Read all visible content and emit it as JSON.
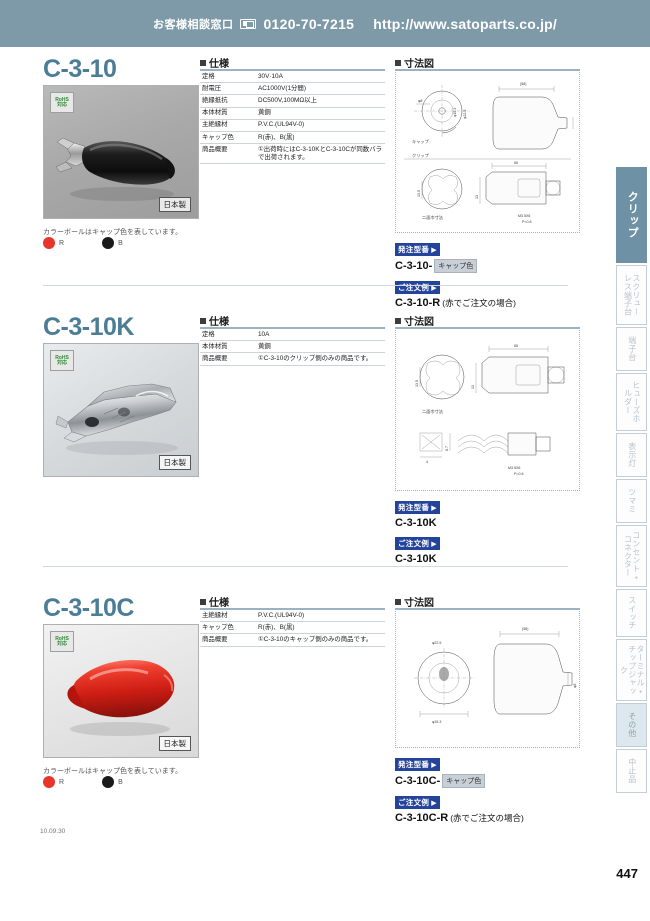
{
  "header": {
    "contact_label": "お客様相談窓口",
    "fax_icon": "fax-icon",
    "phone": "0120-70-7215",
    "url": "http://www.satoparts.co.jp/"
  },
  "sidebar": {
    "tabs": [
      {
        "label": "クリップ",
        "state": "active"
      },
      {
        "label": "スクリューレス端子台",
        "state": "normal"
      },
      {
        "label": "端子台",
        "state": "normal"
      },
      {
        "label": "ヒューズホルダー",
        "state": "normal"
      },
      {
        "label": "表示灯",
        "state": "normal"
      },
      {
        "label": "ツマミ",
        "state": "normal"
      },
      {
        "label": "コンセント・コネクター",
        "state": "normal"
      },
      {
        "label": "スイッチ",
        "state": "normal"
      },
      {
        "label": "ターミナル・チップジャック",
        "state": "normal"
      },
      {
        "label": "その他",
        "state": "soft"
      },
      {
        "label": "中止品",
        "state": "normal"
      }
    ]
  },
  "section_headings": {
    "spec": "仕様",
    "drawing": "寸法図"
  },
  "badges": {
    "rohs_top": "RoHS",
    "rohs_bottom": "対応",
    "made_in_japan": "日本製"
  },
  "order_labels": {
    "model_tag": "発注型番",
    "example_tag": "ご注文例",
    "cap_color_box": "キャップ色",
    "triangle": "▶"
  },
  "products": [
    {
      "title": "C-3-10",
      "color_note": "カラーボールはキャップ色を表しています。",
      "swatches": [
        {
          "label": "R",
          "color": "#e8352b"
        },
        {
          "label": "B",
          "color": "#1a1a1a"
        }
      ],
      "spec_rows": [
        {
          "key": "定格",
          "value": "30V·10A"
        },
        {
          "key": "耐電圧",
          "value": "AC1000V(1分間)"
        },
        {
          "key": "絶縁抵抗",
          "value": "DC500V,100MΩ以上"
        },
        {
          "key": "本体材質",
          "value": "黄銅"
        },
        {
          "key": "主絶縁材",
          "value": "P.V.C.(UL94V-0)"
        },
        {
          "key": "キャップ色",
          "value": "R(赤)、B(黒)"
        },
        {
          "key": "商品概要",
          "value": "①出荷時にはC-3-10KとC-3-10Cが同数バラで出荷されます。"
        }
      ],
      "order_model": "C-3-10-",
      "order_has_capbox": true,
      "order_example": "C-3-10-R",
      "order_example_note": "(赤でご注文の場合)",
      "drawing_labels": {
        "cap": "キャップ",
        "clip": "クリップ",
        "hex": "二面巾寸法",
        "dim_a": "(58)",
        "dim_b": "65",
        "dim_c": "φ15.3",
        "dim_d": "φ22.5",
        "dim_e": "φ8",
        "dim_f": "13",
        "dim_g": "13.5",
        "dim_h": "4",
        "dim_i": "8.7",
        "thread": "M3.5X6",
        "thread_p": "P=0.6"
      }
    },
    {
      "title": "C-3-10K",
      "color_note": "",
      "swatches": [],
      "spec_rows": [
        {
          "key": "定格",
          "value": "10A"
        },
        {
          "key": "本体材質",
          "value": "黄銅"
        },
        {
          "key": "商品概要",
          "value": "①C-3-10のクリップ側のみの商品です。"
        }
      ],
      "order_model": "C-3-10K",
      "order_has_capbox": false,
      "order_example": "C-3-10K",
      "order_example_note": "",
      "drawing_labels": {
        "cap": "",
        "clip": "",
        "hex": "二面巾寸法",
        "dim_a": "",
        "dim_b": "65",
        "dim_c": "",
        "dim_d": "",
        "dim_e": "",
        "dim_f": "13",
        "dim_g": "13.5",
        "dim_h": "4",
        "dim_i": "8.7",
        "thread": "M3.5X6",
        "thread_p": "P=0.6"
      }
    },
    {
      "title": "C-3-10C",
      "color_note": "カラーボールはキャップ色を表しています。",
      "swatches": [
        {
          "label": "R",
          "color": "#e8352b"
        },
        {
          "label": "B",
          "color": "#1a1a1a"
        }
      ],
      "spec_rows": [
        {
          "key": "主絶縁材",
          "value": "P.V.C.(UL94V-0)"
        },
        {
          "key": "キャップ色",
          "value": "R(赤)、B(黒)"
        },
        {
          "key": "商品概要",
          "value": "①C-3-10のキャップ側のみの商品です。"
        }
      ],
      "order_model": "C-3-10C-",
      "order_has_capbox": true,
      "order_example": "C-3-10C-R",
      "order_example_note": "(赤でご注文の場合)",
      "drawing_labels": {
        "cap": "",
        "clip": "",
        "hex": "",
        "dim_a": "(58)",
        "dim_b": "",
        "dim_c": "φ15.3",
        "dim_d": "φ22.5",
        "dim_e": "φ8",
        "dim_f": "",
        "dim_g": "",
        "dim_h": "",
        "dim_i": "",
        "thread": "",
        "thread_p": ""
      }
    }
  ],
  "footer": {
    "revision_date": "10.09.30",
    "page_number": "447"
  }
}
